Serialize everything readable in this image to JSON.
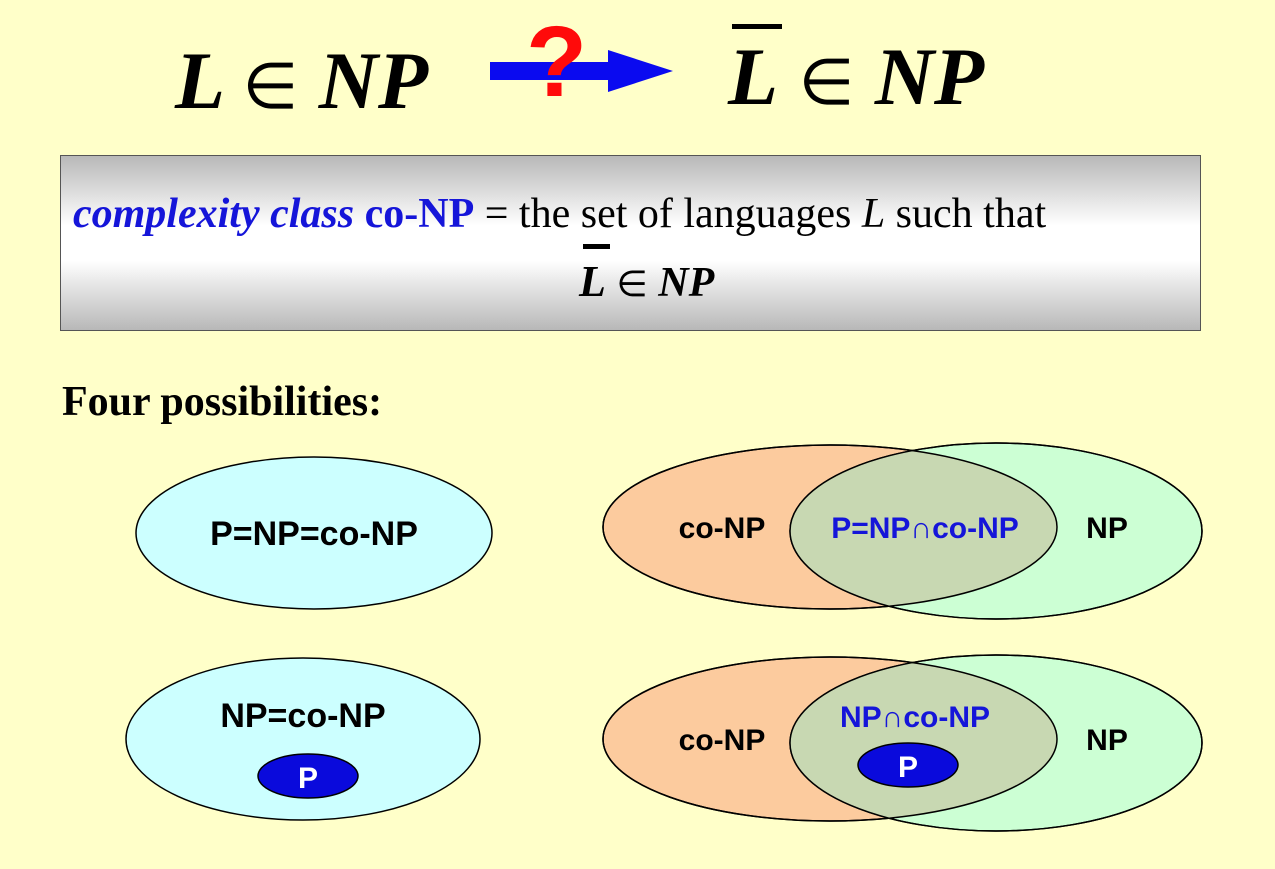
{
  "title": {
    "left_L": "L",
    "left_in": "∈",
    "left_NP": "NP",
    "arrow_question": "?",
    "right_L": "L",
    "right_in": "∈",
    "right_NP": "NP"
  },
  "definition": {
    "term": "complexity class",
    "class_name": "co-NP",
    "text_before_L": "= the set of languages",
    "L": "L",
    "text_after_L": "such that",
    "cond_L": "L",
    "cond_in": "∈",
    "cond_NP": "NP"
  },
  "four_heading": "Four possibilities:",
  "diagrams": {
    "d1": {
      "label": "P=NP=co-NP"
    },
    "d2": {
      "left": "co-NP",
      "middle": "P=NP∩co-NP",
      "right": "NP"
    },
    "d3": {
      "label": "NP=co-NP",
      "inner": "P"
    },
    "d4": {
      "left": "co-NP",
      "middle": "NP∩co-NP",
      "inner": "P",
      "right": "NP"
    }
  },
  "colors": {
    "background": "#FFFFC9",
    "arrow": "#0A0AF0",
    "question": "#FF0A0A",
    "blue_text": "#1515D9",
    "cyan_fill": "#CCFFFF",
    "orange_fill": "#FCCB9E",
    "green_fill": "#CCFFD4",
    "overlap_fill": "#C8D8B2",
    "p_fill": "#0A0ADC"
  }
}
